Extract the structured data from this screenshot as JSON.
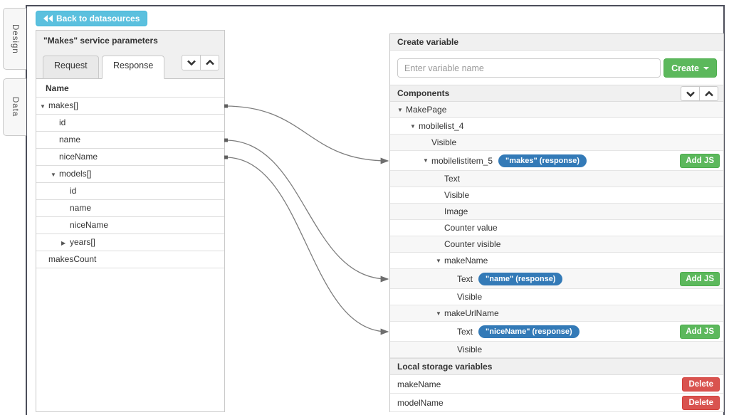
{
  "side_tabs": {
    "design": "Design",
    "data": "Data"
  },
  "toolbar": {
    "back_button": "Back to datasources"
  },
  "left_panel": {
    "title": "\"Makes\" service parameters",
    "tabs": [
      {
        "label": "Request",
        "active": false
      },
      {
        "label": "Response",
        "active": true
      }
    ],
    "column_header": "Name",
    "rows": [
      {
        "label": "makes[]",
        "level": 0,
        "expanded": true
      },
      {
        "label": "id",
        "level": 1
      },
      {
        "label": "name",
        "level": 1
      },
      {
        "label": "niceName",
        "level": 1
      },
      {
        "label": "models[]",
        "level": 1,
        "expanded": true
      },
      {
        "label": "id",
        "level": 2
      },
      {
        "label": "name",
        "level": 2
      },
      {
        "label": "niceName",
        "level": 2
      },
      {
        "label": "years[]",
        "level": 2,
        "expanded": false
      },
      {
        "label": "makesCount",
        "level": 0
      }
    ]
  },
  "right_panel": {
    "create_variable": {
      "title": "Create variable",
      "placeholder": "Enter variable name",
      "create_button": "Create"
    },
    "components": {
      "title": "Components",
      "rows": [
        {
          "label": "MakePage",
          "level": 0,
          "expanded": true
        },
        {
          "label": "mobilelist_4",
          "level": 1,
          "expanded": true
        },
        {
          "label": "Visible",
          "level": 2
        },
        {
          "label": "mobilelistitem_5",
          "level": 2,
          "expanded": true,
          "badge": "\"makes\" (response)",
          "button": "Add JS"
        },
        {
          "label": "Text",
          "level": 3
        },
        {
          "label": "Visible",
          "level": 3
        },
        {
          "label": "Image",
          "level": 3
        },
        {
          "label": "Counter value",
          "level": 3
        },
        {
          "label": "Counter visible",
          "level": 3
        },
        {
          "label": "makeName",
          "level": 3,
          "expanded": true
        },
        {
          "label": "Text",
          "level": 4,
          "badge": "\"name\" (response)",
          "button": "Add JS"
        },
        {
          "label": "Visible",
          "level": 4
        },
        {
          "label": "makeUrlName",
          "level": 3,
          "expanded": true
        },
        {
          "label": "Text",
          "level": 4,
          "badge": "\"niceName\" (response)",
          "button": "Add JS"
        },
        {
          "label": "Visible",
          "level": 4
        }
      ]
    },
    "local_storage": {
      "title": "Local storage variables",
      "rows": [
        {
          "label": "makeName",
          "button": "Delete"
        },
        {
          "label": "modelName",
          "button": "Delete"
        }
      ]
    }
  },
  "mappings": [
    {
      "from": "makes[]",
      "to": "mobilelistitem_5",
      "from_index": 0,
      "to_index": 3
    },
    {
      "from": "name",
      "to": "makeName.Text",
      "from_index": 2,
      "to_index": 10
    },
    {
      "from": "niceName",
      "to": "makeUrlName.Text",
      "from_index": 3,
      "to_index": 13
    }
  ],
  "colors": {
    "back_button": "#5bc0de",
    "create_button": "#5cb85c",
    "add_js_button": "#5cb85c",
    "delete_button": "#d9534f",
    "mapping_badge": "#337ab7",
    "connector": "#7d7d7d"
  }
}
